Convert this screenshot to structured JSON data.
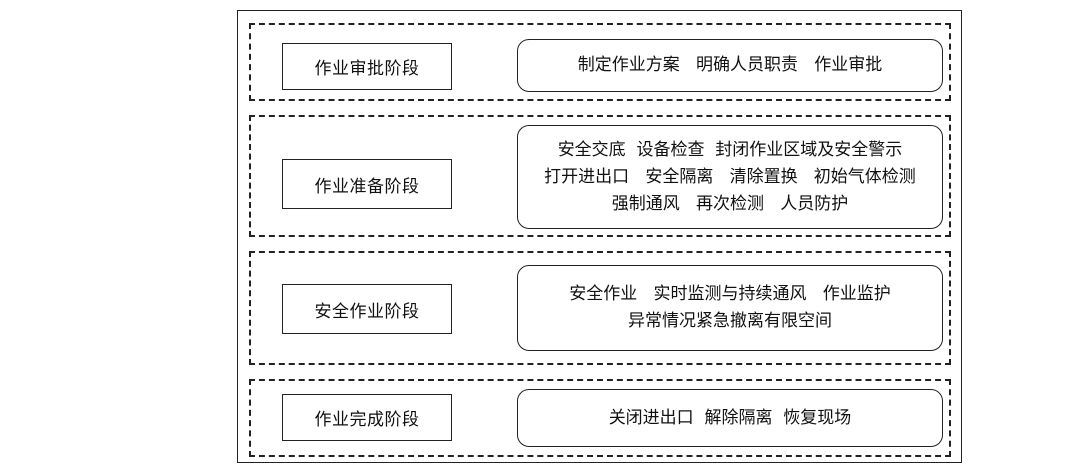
{
  "stages": [
    {
      "name": "作业审批阶段",
      "tasks": [
        "制定作业方案   明确人员职责   作业审批"
      ]
    },
    {
      "name": "作业准备阶段",
      "tasks": [
        "安全交底  设备检查  封闭作业区域及安全警示",
        "打开进出口   安全隔离   清除置换   初始气体检测",
        "强制通风   再次检测   人员防护"
      ]
    },
    {
      "name": "安全作业阶段",
      "tasks": [
        "安全作业   实时监测与持续通风   作业监护",
        "异常情况紧急撤离有限空间"
      ]
    },
    {
      "name": "作业完成阶段",
      "tasks": [
        "关闭进出口  解除隔离  恢复现场"
      ]
    }
  ]
}
